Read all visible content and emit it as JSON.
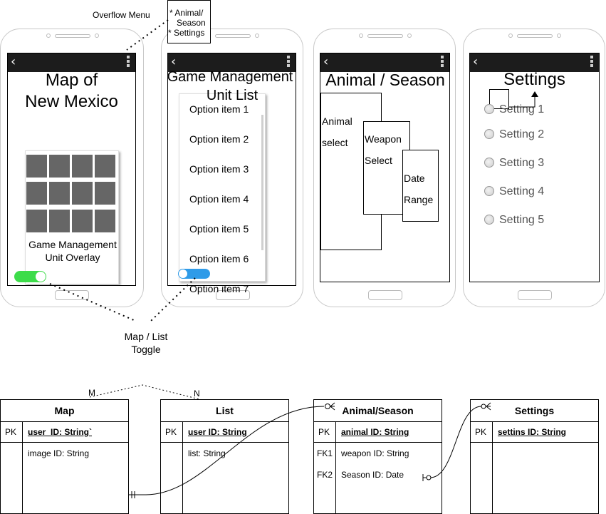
{
  "annotations": {
    "overflow_menu_label": "Overflow Menu",
    "overflow_menu_items": [
      "* Animal/",
      "Season",
      "* Settings"
    ],
    "map_list_toggle": [
      "Map / List",
      "Toggle"
    ]
  },
  "screens": {
    "map": {
      "title_line1": "Map of",
      "title_line2": "New Mexico",
      "overlay_line1": "Game Management",
      "overlay_line2": "Unit Overlay"
    },
    "list": {
      "title_line1": "Game Management",
      "title_line2": "Unit List",
      "items": [
        "Option item 1",
        "Option item 2",
        "Option item 3",
        "Option item 4",
        "Option item 5",
        "Option item 6",
        "Option item 7"
      ]
    },
    "animal_season": {
      "title": "Animal / Season",
      "animal_select": [
        "Animal",
        "select"
      ],
      "weapon_select": [
        "Weapon",
        "Select"
      ],
      "date_range": [
        "Date",
        "Range"
      ]
    },
    "settings": {
      "title": "Settings",
      "items": [
        "Setting 1",
        "Setting 2",
        "Setting 3",
        "Setting 4",
        "Setting 5"
      ]
    }
  },
  "erd": {
    "relation_m": "M",
    "relation_n": "N",
    "map": {
      "name": "Map",
      "pk": "PK",
      "pk_field": "user_ID: String`",
      "field": "image ID: String"
    },
    "list": {
      "name": "List",
      "pk": "PK",
      "pk_field": "user ID: String",
      "field": "list: String"
    },
    "animal_season": {
      "name": "Animal/Season",
      "pk": "PK",
      "pk_field": "animal ID: String",
      "fk1": "FK1",
      "fk1_field": "weapon ID: String",
      "fk2": "FK2",
      "fk2_field": "Season ID: Date"
    },
    "settings": {
      "name": "Settings",
      "pk": "PK",
      "pk_field": "settins ID: String"
    }
  },
  "colors": {
    "topbar": "#1c1c1c",
    "toggle_green": "#3ddc4a",
    "toggle_blue": "#2f9be8",
    "tile_gray": "#666666"
  },
  "icons": [
    "back-chevron-icon",
    "kebab-menu-icon",
    "radio-icon",
    "toggle-icon"
  ]
}
